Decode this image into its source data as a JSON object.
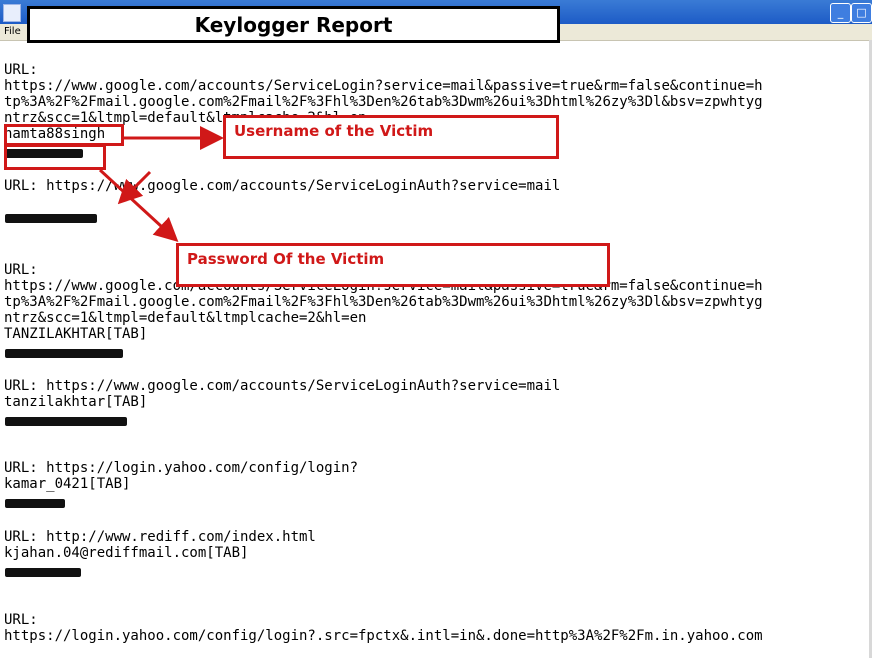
{
  "window": {
    "title": "Keylogger Report",
    "menu_file": "File",
    "min_label": "_",
    "max_label": "□"
  },
  "log_lines": [
    "URL:",
    "https://www.google.com/accounts/ServiceLogin?service=mail&passive=true&rm=false&continue=h",
    "tp%3A%2F%2Fmail.google.com%2Fmail%2F%3Fhl%3Den%26tab%3Dwm%26ui%3Dhtml%26zy%3Dl&bsv=zpwhtyg",
    "ntrz&scc=1&ltmpl=default&ltmplcache=2&hl=en",
    "namta88singh",
    "URL: https://www.google.com/accounts/ServiceLoginAuth?service=mail",
    "URL:",
    "https://www.google.com/accounts/ServiceLogin?service=mail&passive=true&rm=false&continue=h",
    "tp%3A%2F%2Fmail.google.com%2Fmail%2F%3Fhl%3Den%26tab%3Dwm%26ui%3Dhtml%26zy%3Dl&bsv=zpwhtyg",
    "ntrz&scc=1&ltmpl=default&ltmplcache=2&hl=en",
    "TANZILAKHTAR[TAB]",
    "URL: https://www.google.com/accounts/ServiceLoginAuth?service=mail",
    "tanzilakhtar[TAB]",
    "URL: https://login.yahoo.com/config/login?",
    "kamar_0421[TAB]",
    "URL: http://www.rediff.com/index.html",
    "kjahan.04@rediffmail.com[TAB]",
    "URL:",
    "https://login.yahoo.com/config/login?.src=fpctx&.intl=in&.done=http%3A%2F%2Fm.in.yahoo.com"
  ],
  "annotations": {
    "username": "Username of the Victim",
    "password": "Password Of the Victim"
  },
  "colors": {
    "accent_red": "#d01818",
    "titlebar_blue": "#1d5bc6"
  }
}
